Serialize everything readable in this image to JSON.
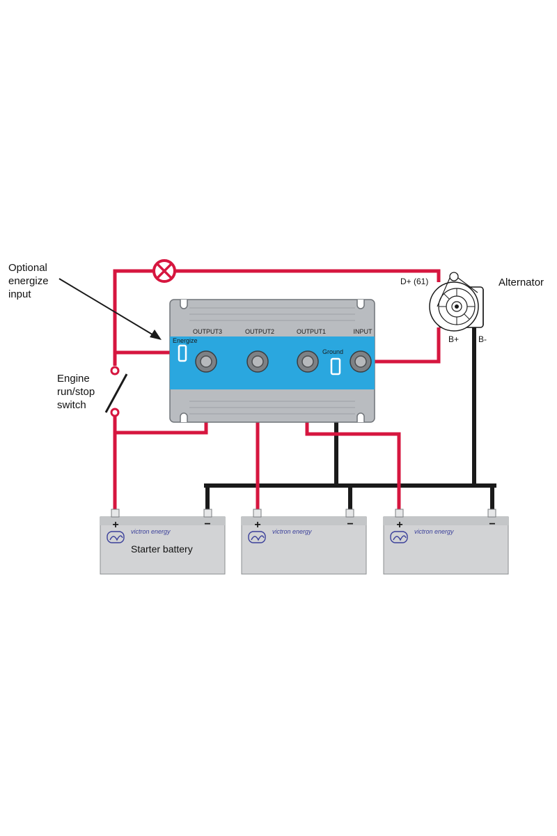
{
  "labels": {
    "optional_energize": [
      "Optional",
      "energize",
      "input"
    ],
    "engine_switch": [
      "Engine",
      "run/stop",
      "switch"
    ],
    "alternator": "Alternator",
    "d_plus": "D+ (61)",
    "b_plus": "B+",
    "b_minus": "B-"
  },
  "isolator": {
    "outputs": [
      "OUTPUT3",
      "OUTPUT2",
      "OUTPUT1"
    ],
    "input": "INPUT",
    "energize": "Energize",
    "ground": "Ground"
  },
  "batteries": [
    {
      "brand": "victron energy",
      "plus": "+",
      "minus": "−",
      "caption": "Starter battery"
    },
    {
      "brand": "victron energy",
      "plus": "+",
      "minus": "−",
      "caption": ""
    },
    {
      "brand": "victron energy",
      "plus": "+",
      "minus": "−",
      "caption": ""
    }
  ],
  "colors": {
    "positive_wire": "#d6163f",
    "negative_wire": "#1a1a1a",
    "isolator_panel": "#2aa7df",
    "isolator_body": "#b9bcc0",
    "battery_body": "#d2d3d5"
  }
}
